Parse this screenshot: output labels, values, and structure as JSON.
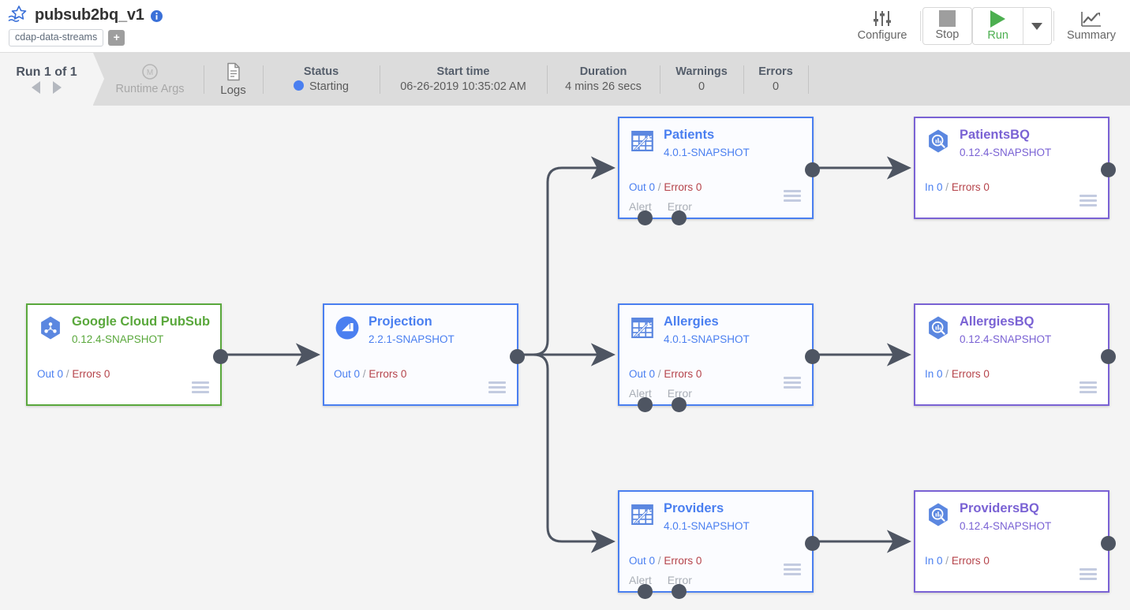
{
  "header": {
    "pipeline_name": "pubsub2bq_v1",
    "pipeline_icon": "streaming-pipeline-icon",
    "info_icon": "info-icon",
    "tag": "cdap-data-streams",
    "add_tag_label": "+",
    "toolbar": {
      "configure_label": "Configure",
      "stop_label": "Stop",
      "run_label": "Run",
      "summary_label": "Summary"
    }
  },
  "runbar": {
    "run_counter": "Run 1 of 1",
    "stats": [
      {
        "title": "Runtime Args",
        "value": "",
        "muted": true
      },
      {
        "title": "Logs",
        "value": "",
        "muted": false
      },
      {
        "title": "Status",
        "value": "Starting"
      },
      {
        "title": "Start time",
        "value": "06-26-2019 10:35:02 AM"
      },
      {
        "title": "Duration",
        "value": "4 mins 26 secs"
      },
      {
        "title": "Warnings",
        "value": "0"
      },
      {
        "title": "Errors",
        "value": "0"
      }
    ]
  },
  "colors": {
    "source_green": "#5aa83c",
    "transform_blue": "#4a7ff0",
    "sink_purple": "#7a62d4",
    "error_red": "#b5434a",
    "status_blue": "#4a7ff0",
    "run_green": "#4caf50",
    "canvas_bg": "#f4f4f4",
    "wire": "#4e5562"
  },
  "nodes": [
    {
      "id": "pubsub",
      "kind": "source",
      "icon": "google-cloud-pubsub-icon",
      "title": "Google Cloud PubSub",
      "version": "0.12.4-SNAPSHOT",
      "metric_prefix": "Out 0",
      "metric_errors": "Errors 0",
      "ports": []
    },
    {
      "id": "projection",
      "kind": "transform",
      "icon": "projection-icon",
      "title": "Projection",
      "version": "2.2.1-SNAPSHOT",
      "metric_prefix": "Out 0",
      "metric_errors": "Errors 0",
      "ports": []
    },
    {
      "id": "patients",
      "kind": "transform",
      "icon": "wrangler-icon",
      "title": "Patients",
      "version": "4.0.1-SNAPSHOT",
      "metric_prefix": "Out 0",
      "metric_errors": "Errors 0",
      "ports": [
        "Alert",
        "Error"
      ]
    },
    {
      "id": "patientsbq",
      "kind": "sink",
      "icon": "bigquery-icon",
      "title": "PatientsBQ",
      "version": "0.12.4-SNAPSHOT",
      "metric_prefix": "In 0",
      "metric_errors": "Errors 0",
      "ports": []
    },
    {
      "id": "allergies",
      "kind": "transform",
      "icon": "wrangler-icon",
      "title": "Allergies",
      "version": "4.0.1-SNAPSHOT",
      "metric_prefix": "Out 0",
      "metric_errors": "Errors 0",
      "ports": [
        "Alert",
        "Error"
      ]
    },
    {
      "id": "allergiesbq",
      "kind": "sink",
      "icon": "bigquery-icon",
      "title": "AllergiesBQ",
      "version": "0.12.4-SNAPSHOT",
      "metric_prefix": "In 0",
      "metric_errors": "Errors 0",
      "ports": []
    },
    {
      "id": "providers",
      "kind": "transform",
      "icon": "wrangler-icon",
      "title": "Providers",
      "version": "4.0.1-SNAPSHOT",
      "metric_prefix": "Out 0",
      "metric_errors": "Errors 0",
      "ports": [
        "Alert",
        "Error"
      ]
    },
    {
      "id": "providersbq",
      "kind": "sink",
      "icon": "bigquery-icon",
      "title": "ProvidersBQ",
      "version": "0.12.4-SNAPSHOT",
      "metric_prefix": "In 0",
      "metric_errors": "Errors 0",
      "ports": []
    }
  ],
  "metric_separator": "/"
}
